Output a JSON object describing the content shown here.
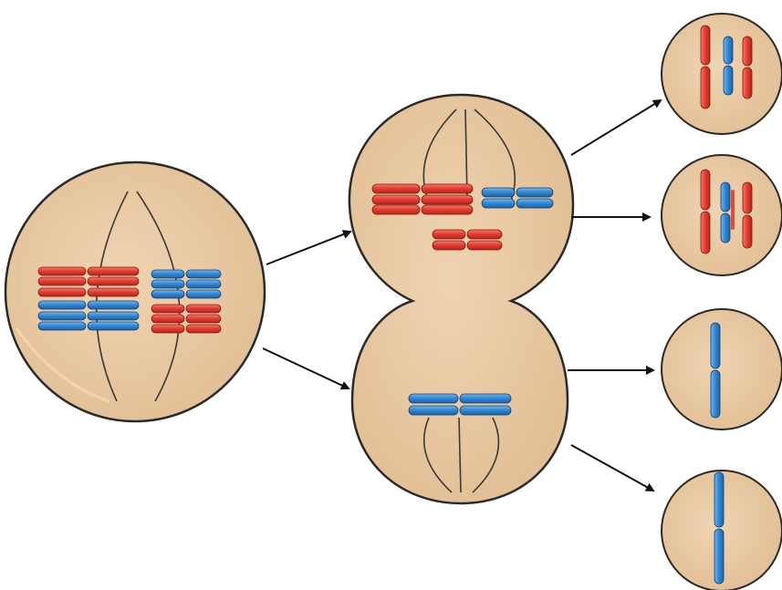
{
  "colors": {
    "background": "#ffffff",
    "cytoplasm": "#e9c9a3",
    "membrane": "#2a2a2a",
    "spindle": "#3a3a3a",
    "chromosome_maternal": "#e23a2e",
    "chromosome_paternal": "#2f86d3",
    "arrow": "#111111"
  },
  "diagram": {
    "stages": [
      "parent-cell",
      "dividing-cells",
      "daughter-cells"
    ],
    "daughter_cells": [
      {
        "chromosomes": [
          "red",
          "blue",
          "red"
        ]
      },
      {
        "chromosomes": [
          "red",
          "blue",
          "red"
        ]
      },
      {
        "chromosomes": [
          "blue"
        ]
      },
      {
        "chromosomes": [
          "blue"
        ]
      }
    ]
  }
}
